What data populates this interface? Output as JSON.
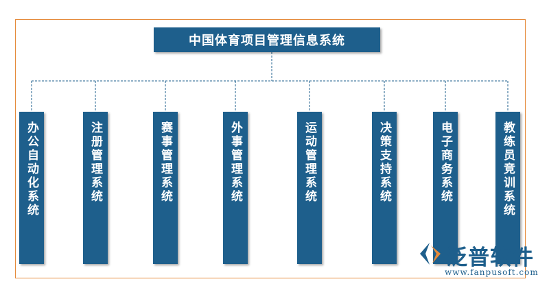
{
  "diagram": {
    "root": {
      "label": "中国体育项目管理信息系统"
    },
    "children": [
      {
        "label": "办公自动化系统"
      },
      {
        "label": "注册管理系统"
      },
      {
        "label": "赛事管理系统"
      },
      {
        "label": "外事管理系统"
      },
      {
        "label": "运动管理系统"
      },
      {
        "label": "决策支持系统"
      },
      {
        "label": "电子商务系统"
      },
      {
        "label": "教练员竞训系统"
      }
    ]
  },
  "watermark": {
    "brand": "泛普软件",
    "url": "www.fanpusoft.com"
  },
  "colors": {
    "box": "#1e5f8c",
    "connector": "#1e5f8c",
    "frame": "#e58a3a"
  }
}
